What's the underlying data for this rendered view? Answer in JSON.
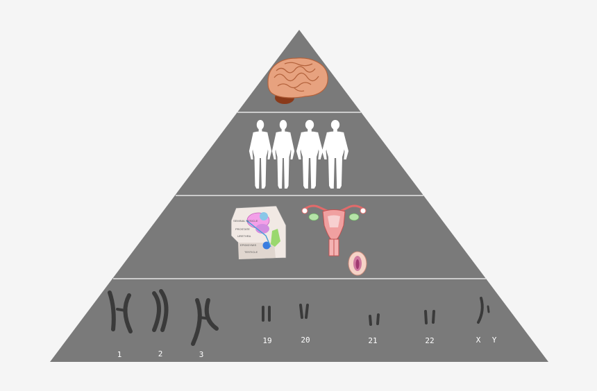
{
  "colors": {
    "background": "#f5f5f5",
    "pyramid": "#7a7a7a",
    "divider": "#e6e6e6",
    "figure": "#ffffff",
    "chromosome": "#3a3a3a"
  },
  "tiers": [
    {
      "id": "brain",
      "icon": "brain-icon"
    },
    {
      "id": "bodies",
      "icon": "human-figure-icon"
    },
    {
      "id": "reproductive",
      "icons": [
        "male-reproductive-diagram-icon",
        "female-reproductive-diagram-icon",
        "vulva-icon"
      ]
    },
    {
      "id": "chromosomes",
      "icon": "chromosome-icon"
    }
  ],
  "chromosome_labels": [
    "1",
    "2",
    "3",
    "19",
    "20",
    "21",
    "22",
    "X",
    "Y"
  ],
  "male_diagram_labels": [
    "SEMINAL VESICLE",
    "PROSTATE",
    "URETHRA",
    "EPIDIDYMIS",
    "TESTICLE"
  ]
}
